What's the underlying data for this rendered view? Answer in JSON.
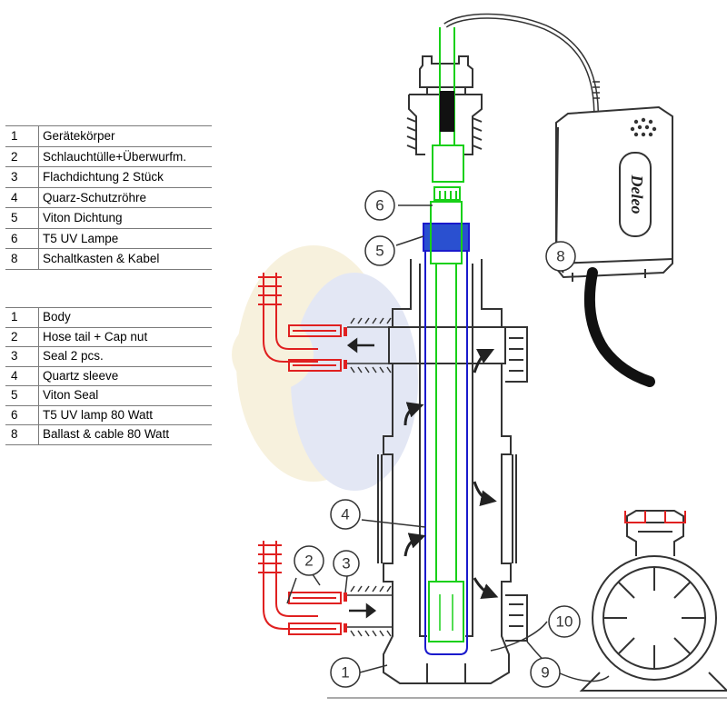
{
  "parts_de": [
    {
      "num": "1",
      "text": "Gerätekörper"
    },
    {
      "num": "2",
      "text": "Schlauchtülle+Überwurfm."
    },
    {
      "num": "3",
      "text": "Flachdichtung 2 Stück"
    },
    {
      "num": "4",
      "text": "Quarz-Schutzröhre"
    },
    {
      "num": "5",
      "text": "Viton Dichtung"
    },
    {
      "num": "6",
      "text": "T5 UV Lampe"
    },
    {
      "num": "8",
      "text": "Schaltkasten & Kabel"
    }
  ],
  "parts_en": [
    {
      "num": "1",
      "text": "Body"
    },
    {
      "num": "2",
      "text": "Hose tail + Cap nut"
    },
    {
      "num": "3",
      "text": "Seal 2 pcs."
    },
    {
      "num": "4",
      "text": "Quartz sleeve"
    },
    {
      "num": "5",
      "text": "Viton Seal"
    },
    {
      "num": "6",
      "text": "T5 UV lamp 80 Watt"
    },
    {
      "num": "8",
      "text": "Ballast & cable 80 Watt"
    }
  ],
  "ballast_logo": "Deleo",
  "callouts": {
    "c1": "1",
    "c2": "2",
    "c3": "3",
    "c4": "4",
    "c5": "5",
    "c6": "6",
    "c8": "8",
    "c9": "9",
    "c10": "10"
  },
  "colors": {
    "line": "#333333",
    "hose": "#e02020",
    "seal": "#e02020",
    "lamp": "#18d018",
    "quartz": "#1a1acc",
    "viton": "#2a50d0"
  }
}
